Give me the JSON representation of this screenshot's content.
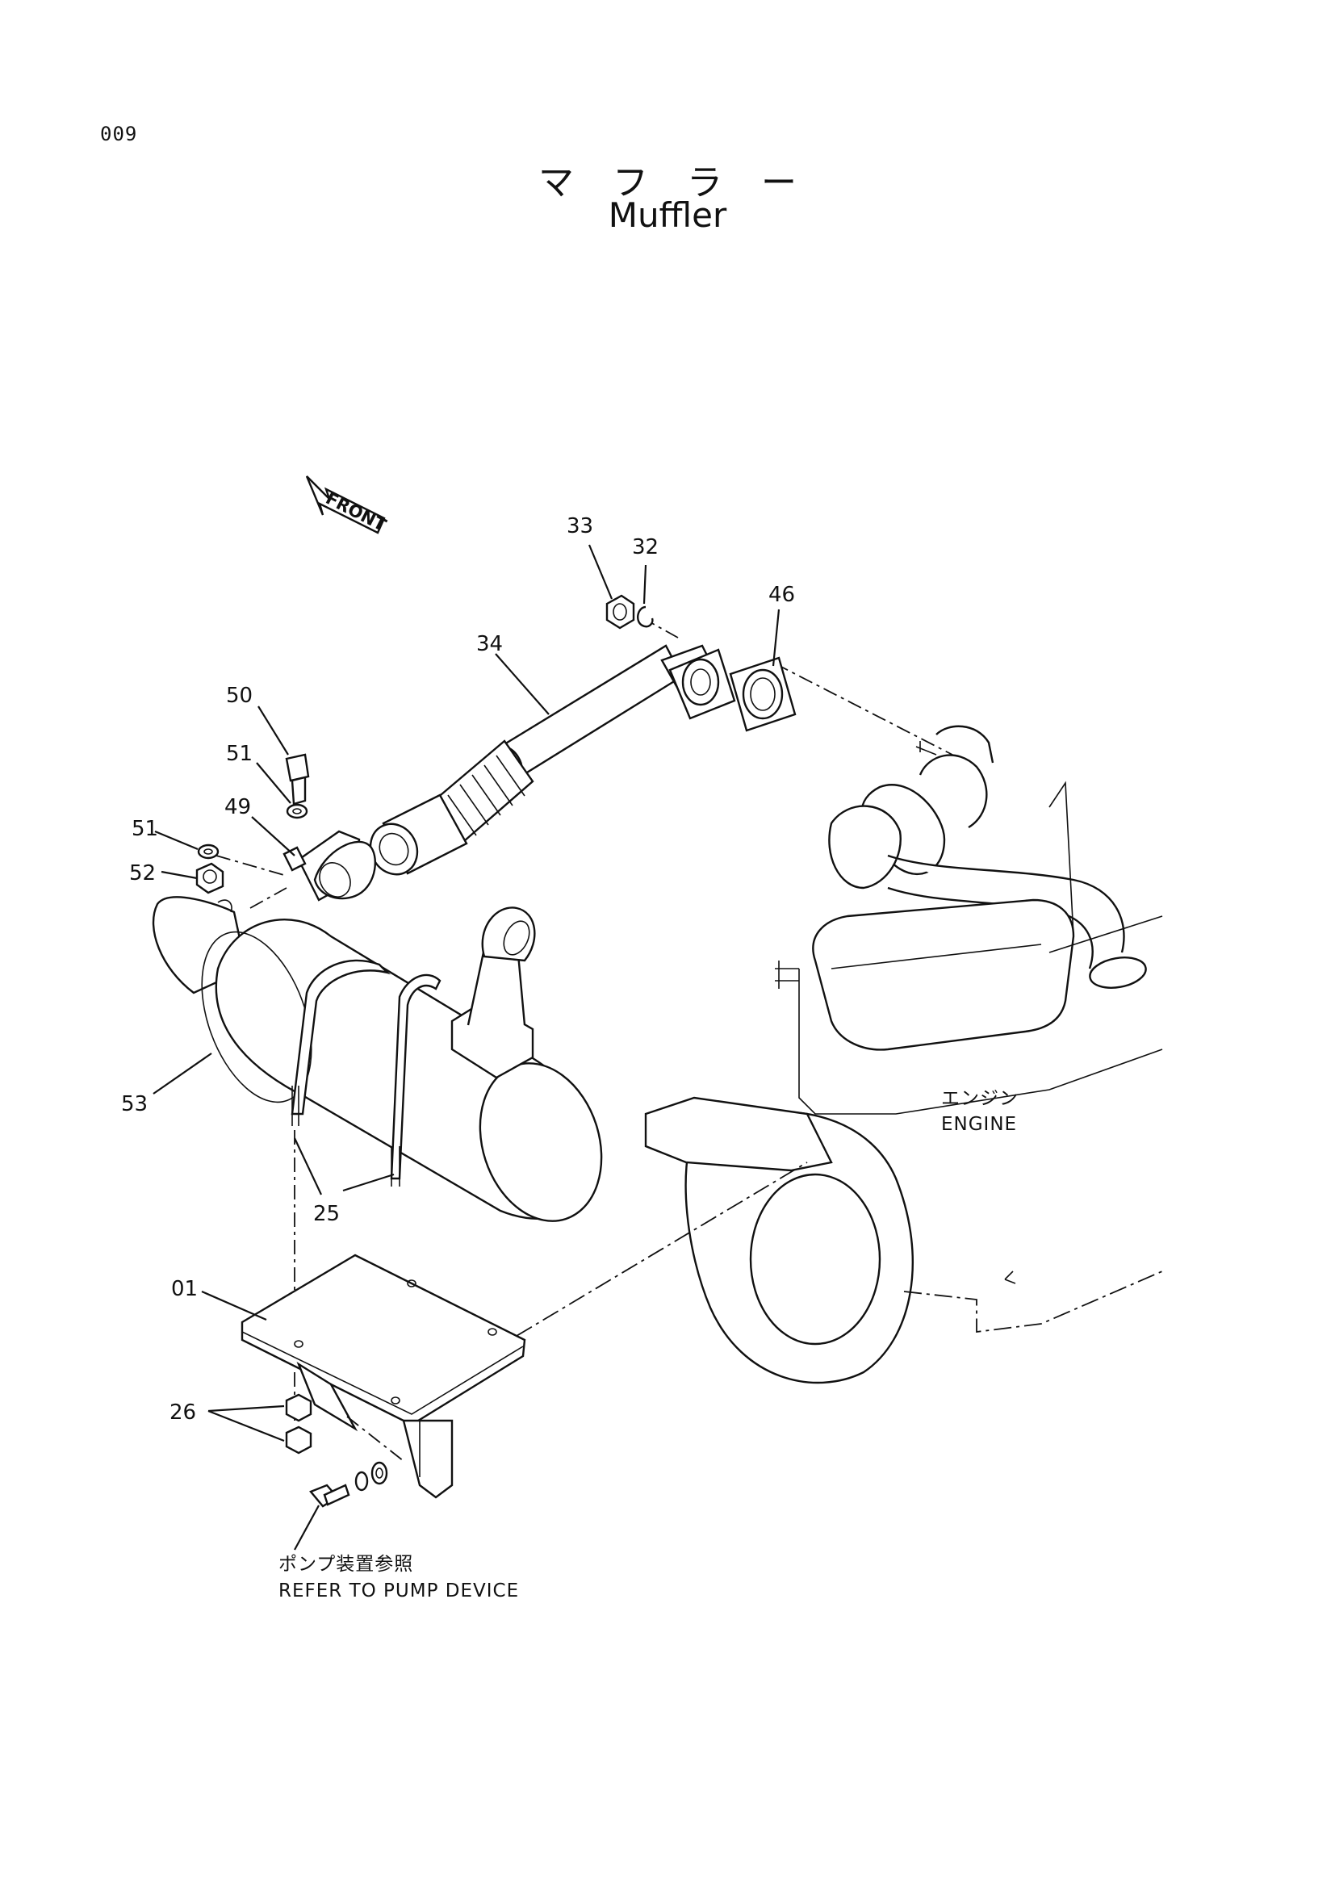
{
  "page_number": "009",
  "title_jp": "マフラー",
  "title_en": "Muffler",
  "front_label": "FRONT",
  "engine_label_jp": "エンジン",
  "engine_label_en": "ENGINE",
  "reference_note_jp": "ポンプ装置参照",
  "reference_note_en": "REFER TO PUMP DEVICE",
  "callouts": {
    "c01": "01",
    "c25": "25",
    "c26": "26",
    "c32": "32",
    "c33": "33",
    "c34": "34",
    "c46": "46",
    "c49": "49",
    "c50": "50",
    "c51a": "51",
    "c51b": "51",
    "c52": "52",
    "c53": "53"
  }
}
